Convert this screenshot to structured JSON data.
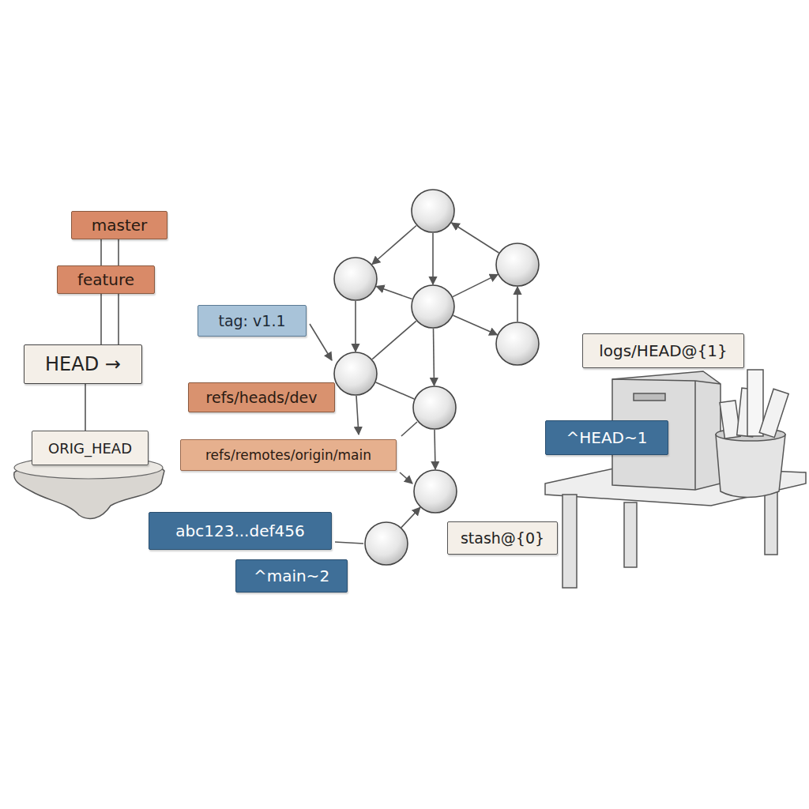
{
  "diagram": {
    "nodes": [
      {
        "text": [
          "master"
        ]
      },
      {
        "text": [
          "feature"
        ]
      },
      {
        "text": [
          "HEAD →"
        ]
      },
      {
        "text": [
          "ORIG_HEAD"
        ]
      },
      {
        "text": [
          "tag: v1.1"
        ]
      },
      {
        "text": [
          "refs/heads/dev"
        ]
      },
      {
        "text": [
          "refs/remotes/origin/main"
        ]
      },
      {
        "text": [
          "abc123...def456"
        ]
      },
      {
        "text": [
          "^main~2"
        ]
      },
      {
        "text": [
          "stash@{0}"
        ]
      },
      {
        "text": [
          "logs/HEAD@{1}"
        ]
      },
      {
        "text": [
          "^HEAD~1"
        ]
      }
    ],
    "edges": [
      {
        "from": 0,
        "to": 1,
        "arrow": "none"
      },
      {
        "from": 1,
        "to": 2,
        "arrow": "none"
      },
      {
        "from": 2,
        "to": 3,
        "arrow": "none"
      }
    ]
  }
}
